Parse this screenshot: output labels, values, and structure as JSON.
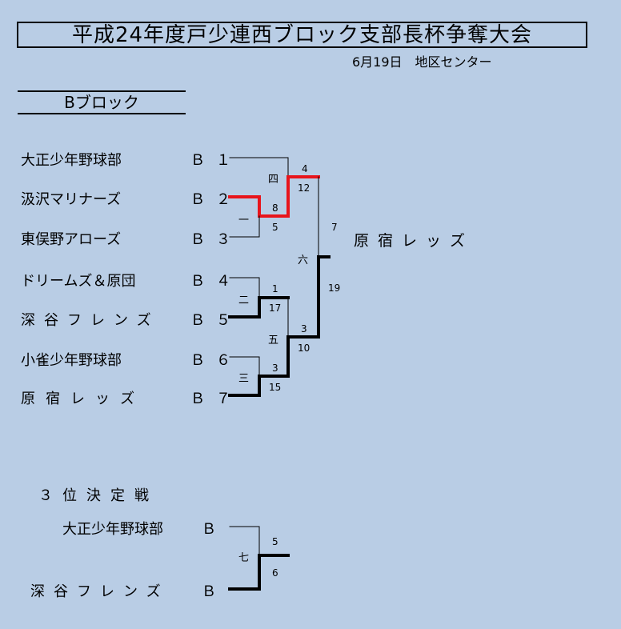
{
  "title": "平成24年度戸少連西ブロック支部長杯争奪大会",
  "subtitle": "6月19日　地区センター",
  "block_label": "Bブロック",
  "teams": [
    {
      "name": "大正少年野球部",
      "seed": "Ｂ１"
    },
    {
      "name": "汲沢マリナーズ",
      "seed": "Ｂ２"
    },
    {
      "name": "東俣野アローズ",
      "seed": "Ｂ３"
    },
    {
      "name": "ドリームズ＆原団",
      "seed": "Ｂ４"
    },
    {
      "name": "深谷フレンズ",
      "seed": "Ｂ５"
    },
    {
      "name": "小雀少年野球部",
      "seed": "Ｂ６"
    },
    {
      "name": "原宿レッズ",
      "seed": "Ｂ７"
    }
  ],
  "games": {
    "ichi": "一",
    "ni": "二",
    "san": "三",
    "yon": "四",
    "go": "五",
    "roku": "六",
    "nana": "七"
  },
  "scores": {
    "g1_top": "",
    "g1_bottom": "8",
    "g1_b3": "5",
    "g2_top": "1",
    "g2_bottom": "17",
    "g3_top": "3",
    "g3_bottom": "15",
    "g4_top": "4",
    "g4_bottom": "12",
    "g5_top": "3",
    "g5_bottom": "10",
    "g6_top": "7",
    "g6_bottom": "19",
    "g7_top": "5",
    "g7_bottom": "6"
  },
  "winner": "原宿レッズ",
  "third_place": {
    "title": "３位決定戦",
    "team_top": "大正少年野球部",
    "seed_top": "Ｂ",
    "team_bottom": "深谷フレンズ",
    "seed_bottom": "Ｂ"
  },
  "colors": {
    "background": "#b9cde5",
    "highlight": "#e8141b",
    "line": "#000000"
  }
}
